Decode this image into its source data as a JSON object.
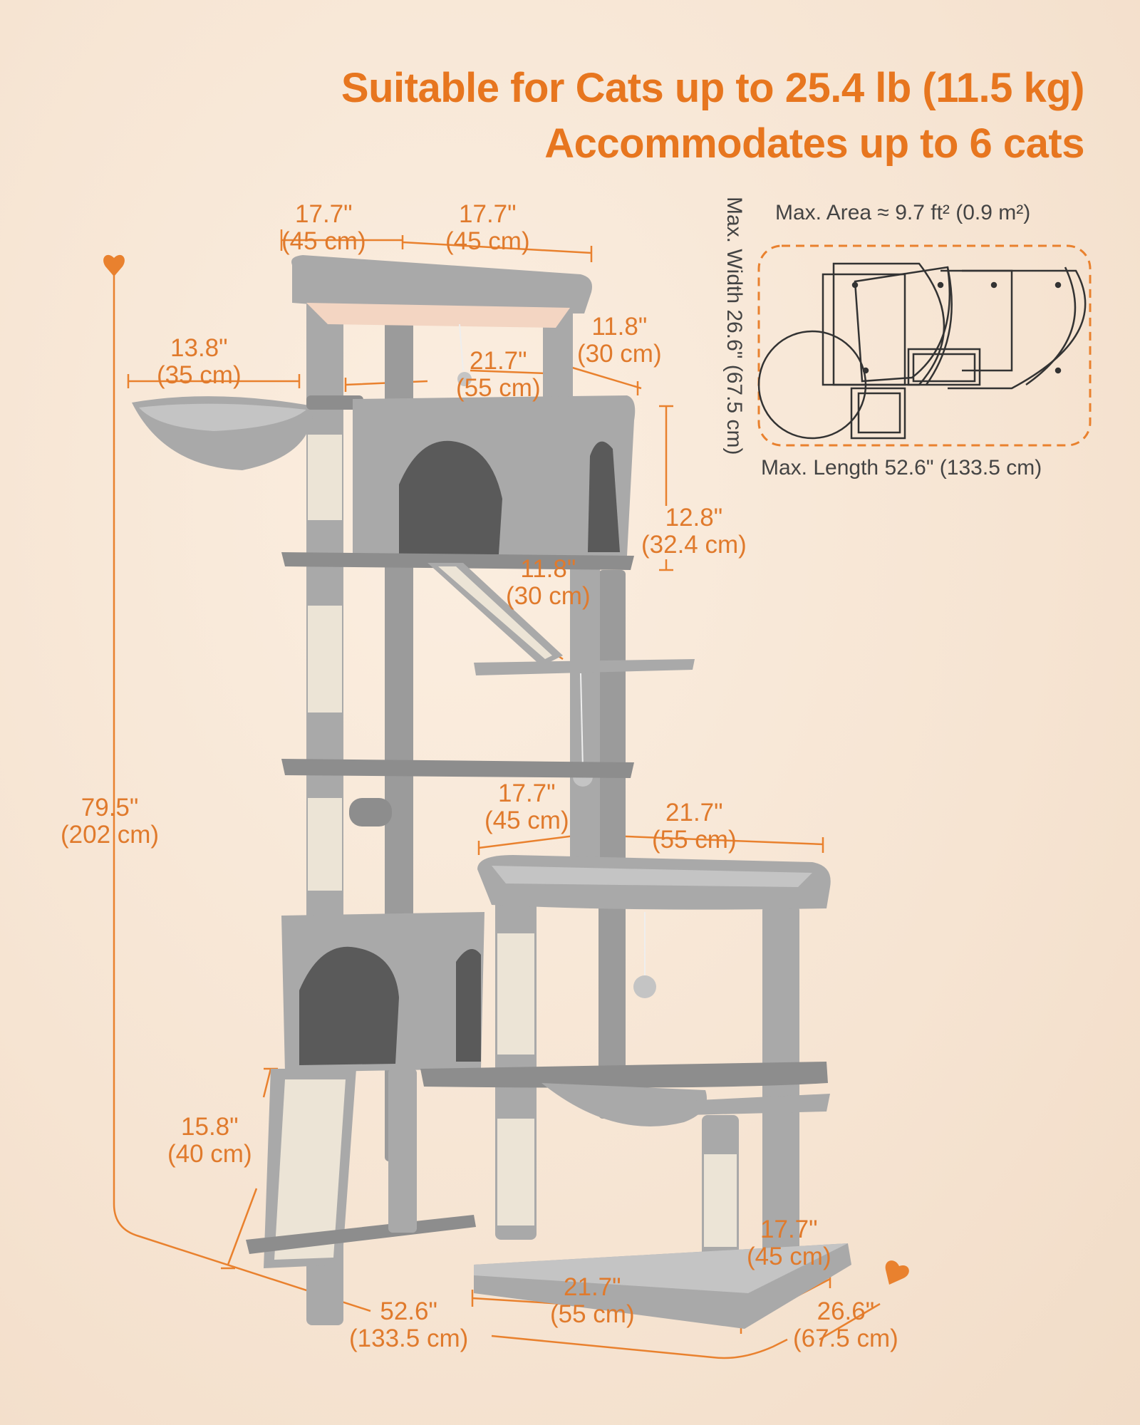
{
  "headline": {
    "line1": "Suitable for Cats up to 25.4 lb (11.5 kg)",
    "line2": "Accommodates up to 6 cats"
  },
  "colors": {
    "accent": "#e7761f",
    "background": "#f6e4d2",
    "fur_gray": "#a9a9a9",
    "sisal": "#ece4d6"
  },
  "dimensions": {
    "top_left_width": {
      "imperial": "17.7\"",
      "metric": "(45 cm)"
    },
    "top_right_width": {
      "imperial": "17.7\"",
      "metric": "(45 cm)"
    },
    "basket_width": {
      "imperial": "13.8\"",
      "metric": "(35 cm)"
    },
    "condo_width": {
      "imperial": "21.7\"",
      "metric": "(55 cm)"
    },
    "condo_depth": {
      "imperial": "11.8\"",
      "metric": "(30 cm)"
    },
    "condo_height": {
      "imperial": "12.8\"",
      "metric": "(32.4 cm)"
    },
    "ramp_gap": {
      "imperial": "11.8\"",
      "metric": "(30 cm)"
    },
    "total_height": {
      "imperial": "79.5\"",
      "metric": "(202 cm)"
    },
    "bed_depth": {
      "imperial": "17.7\"",
      "metric": "(45 cm)"
    },
    "bed_width": {
      "imperial": "21.7\"",
      "metric": "(55 cm)"
    },
    "ramp_length": {
      "imperial": "15.8\"",
      "metric": "(40 cm)"
    },
    "base_depth": {
      "imperial": "17.7\"",
      "metric": "(45 cm)"
    },
    "base_width": {
      "imperial": "21.7\"",
      "metric": "(55 cm)"
    },
    "total_length": {
      "imperial": "52.6\"",
      "metric": "(133.5 cm)"
    },
    "total_width": {
      "imperial": "26.6\"",
      "metric": "(67.5 cm)"
    }
  },
  "footprint": {
    "area": "Max. Area ≈ 9.7 ft² (0.9 m²)",
    "width": "Max. Width 26.6\" (67.5 cm)",
    "length": "Max. Length 52.6\" (133.5 cm)"
  }
}
